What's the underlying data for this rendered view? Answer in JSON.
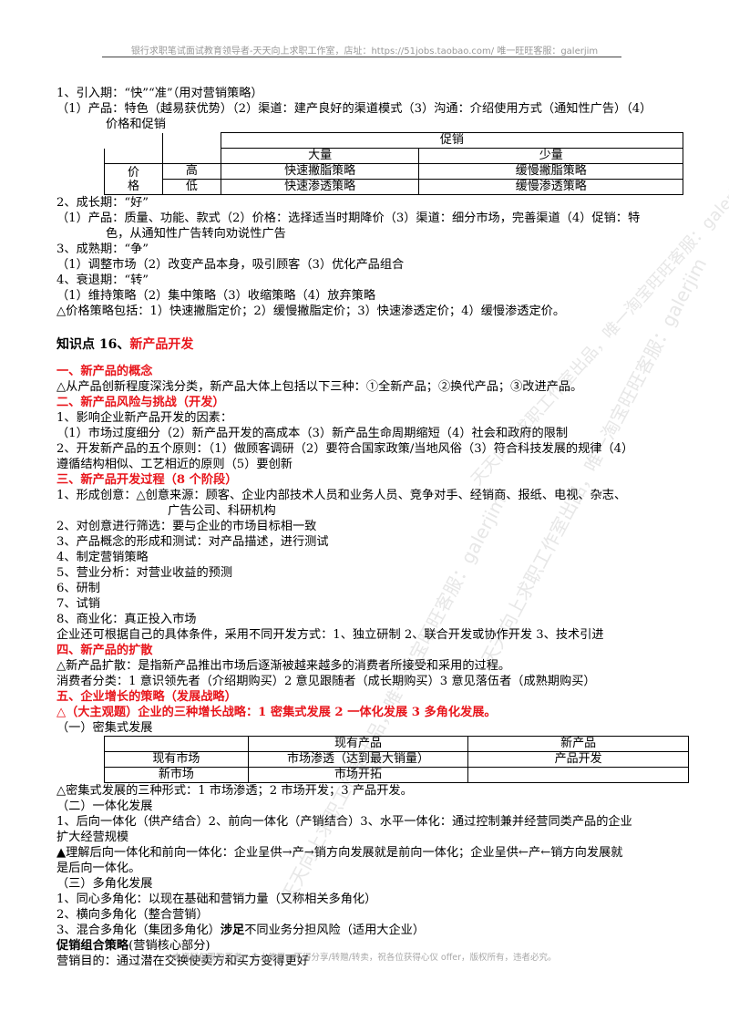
{
  "header": {
    "text": "银行求职笔试面试教育领导者-天天向上求职工作室，店址：https://51jobs.taobao.com/  唯一旺旺客服：galerjim"
  },
  "footer": {
    "text": "本资料仅限购买者一个人使用，不得分享/转赠/转卖，祝各位获得心仪 offer，版权所有，违者必究。"
  },
  "watermark": {
    "text": "天天向上求职工作室出品，唯一淘宝旺旺客服：galerjim"
  },
  "lines": {
    "l1": "1、引入期：“快”“准”（用对营销策略）",
    "l2": "（1）产品：特色（越易获优势）（2）渠道：建产良好的渠道模式（3）沟通：介绍使用方式（通知性广告）（4）",
    "l3": "价格和促销",
    "l4": "2、成长期：“好”",
    "l5": "（1）产品：质量、功能、款式（2）价格：选择适当时期降价（3）渠道：细分市场，完善渠道（4）促销：特",
    "l6": "色，从通知性广告转向劝说性广告",
    "l7": "3、成熟期：“争”",
    "l8": "（1）调整市场（2）改变产品本身，吸引顾客（3）优化产品组合",
    "l9": "4、衰退期：“转”",
    "l10": "（1）维持策略（2）集中策略（3）收缩策略（4）放弃策略",
    "l11": "△价格策略包括：1）快速撇脂定价；2）缓慢撇脂定价；3）快速渗透定价；4）缓慢渗透定价。",
    "kp_prefix": "知识点 16、",
    "kp_title": "新产品开发",
    "s1": "一、新产品的概念",
    "s1a": "△从产品创新程度深浅分类，新产品大体上包括以下三种：①全新产品；②换代产品；③改进产品。",
    "s2": "二、新产品风险与挑战（开发）",
    "s2a": "1、影响企业新产品开发的因素：",
    "s2b": "（1）市场过度细分（2）新产品开发的高成本（3）新产品生命周期缩短（4）社会和政府的限制",
    "s2c": "2、开发新产品的五个原则：（1）做顾客调研（2）要符合国家政策/当地风俗（3）符合科技发展的规律（4）",
    "s2d": "遵循结构相似、工艺相近的原则（5）要创新",
    "s3": "三、新产品开发过程（8 个阶段）",
    "s3a": "1、形成创意：△创意来源：顾客、企业内部技术人员和业务人员、竞争对手、经销商、报纸、电视、杂志、",
    "s3b": "广告公司、科研机构",
    "s3c": "2、对创意进行筛选：要与企业的市场目标相一致",
    "s3d": "3、产品概念的形成和测试：对产品描述，进行测试",
    "s3e": "4、制定营销策略",
    "s3f": "5、营业分析：对营业收益的预测",
    "s3g": "6、研制",
    "s3h": "7、试销",
    "s3i": "8、商业化：真正投入市场",
    "s3j": "企业还可根据自己的具体条件，采用不同开发方式：1、独立研制 2、联合开发或协作开发 3、技术引进",
    "s4": "四、新产品的扩散",
    "s4a": "△新产品扩散：是指新产品推出市场后逐渐被越来越多的消费者所接受和采用的过程。",
    "s4b": "消费者分类：1 意识领先者（介绍期购买）2 意见跟随者（成长期购买）3 意见落伍者（成熟期购买）",
    "s5": "五、企业增长的策略（发展战略）",
    "s5a": "△（大主观题）企业的三种增长战略：1 密集式发展 2 一体化发展 3 多角化发展。",
    "s5b": "（一）密集式发展",
    "s5c": "△密集式发展的三种形式：1 市场渗透；2 市场开发；3 产品开发。",
    "s5d": "（二）一体化发展",
    "s5e": "1、后向一体化（供产结合）2、前向一体化（产销结合）3、水平一体化：通过控制兼并经营同类产品的企业",
    "s5f": "扩大经营规模",
    "s5g": "▲理解后向一体化和前向一体化：企业呈供→产→销方向发展就是前向一体化；企业呈供←产←销方向发展就",
    "s5h": "是后向一体化。",
    "s5i": "（三）多角化发展",
    "s5j": "1、同心多角化：以现在基础和营销力量（又称相关多角化）",
    "s5k": "2、横向多角化（整合营销）",
    "s5l_a": "3、混合多角化（集团多角化）",
    "s5l_b": "涉足",
    "s5l_c": "不同业务分担风险（适用大企业）",
    "s6_a": "促销组合策略",
    "s6_b": "(营销核心部分)",
    "s6c": "营销目的：通过潜在交换使卖方和买方变得更好"
  },
  "table1": {
    "promo": "促销",
    "large": "大量",
    "small": "少量",
    "price": "价格",
    "high": "高",
    "low": "低",
    "c11": "快速撇脂策略",
    "c12": "缓慢撇脂策略",
    "c21": "快速渗透策略",
    "c22": "缓慢渗透策略"
  },
  "table2": {
    "col1": "现有产品",
    "col2": "新产品",
    "row1": "现有市场",
    "row2": "新市场",
    "c11": "市场渗透（达到最大销量）",
    "c12": "产品开发",
    "c21": "市场开拓",
    "c22": ""
  }
}
